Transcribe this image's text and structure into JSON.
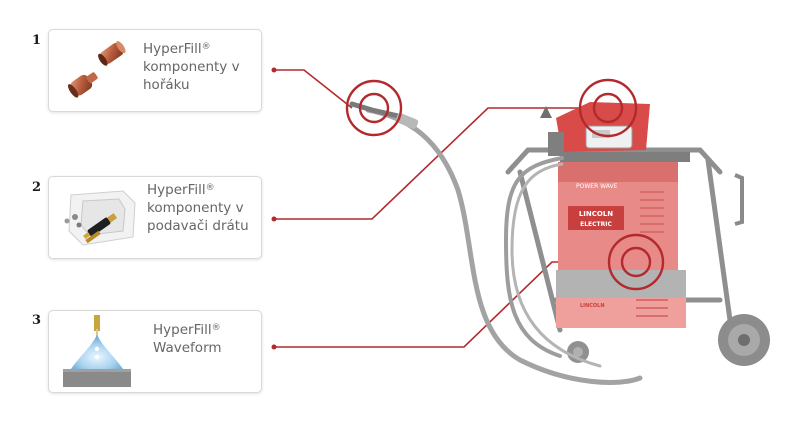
{
  "items": [
    {
      "num": "1",
      "lines": [
        "HyperFill",
        "komponenty v",
        "hořáku"
      ],
      "mark": "®"
    },
    {
      "num": "2",
      "lines": [
        "HyperFill",
        "komponenty v",
        "podavači drátu"
      ],
      "mark": "®"
    },
    {
      "num": "3",
      "lines": [
        "HyperFill",
        "Waveform"
      ],
      "mark": "®"
    }
  ],
  "machine": {
    "brand_line1": "LINCOLN",
    "brand_line2": "ELECTRIC",
    "model_label": "POWER WAVE",
    "small_label": "LINCOLN"
  },
  "colors": {
    "accent": "#b22a2e",
    "machine_red": "#e88a88",
    "frame_gray": "#8a8a8a"
  }
}
